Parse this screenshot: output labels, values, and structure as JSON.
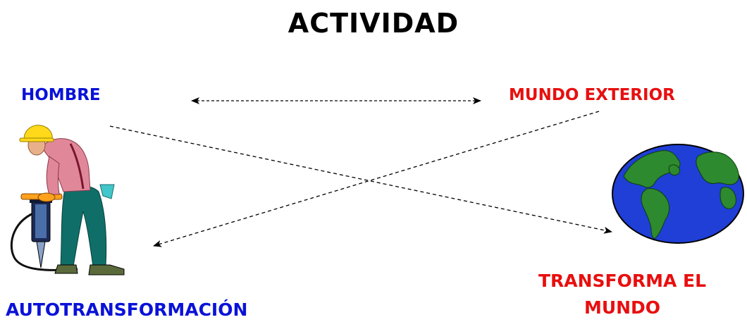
{
  "title": "ACTIVIDAD",
  "labels": {
    "hombre": "HOMBRE",
    "mundo_exterior": "MUNDO EXTERIOR",
    "autotransformacion": "AUTOTRANSFORMACIÓN",
    "transforma_el_mundo": "TRANSFORMA EL MUNDO"
  },
  "colors": {
    "title": "#000000",
    "hombre": "#0a12d8",
    "mundo_exterior": "#e80f0f",
    "autotransformacion": "#0a12d8",
    "transforma_el_mundo": "#e80f0f",
    "arrows": "#000000",
    "globe_ocean": "#1f3fd6",
    "globe_land": "#2e8a2e"
  },
  "icons": {
    "worker": "construction-worker-jackhammer-icon",
    "globe": "earth-globe-icon"
  }
}
